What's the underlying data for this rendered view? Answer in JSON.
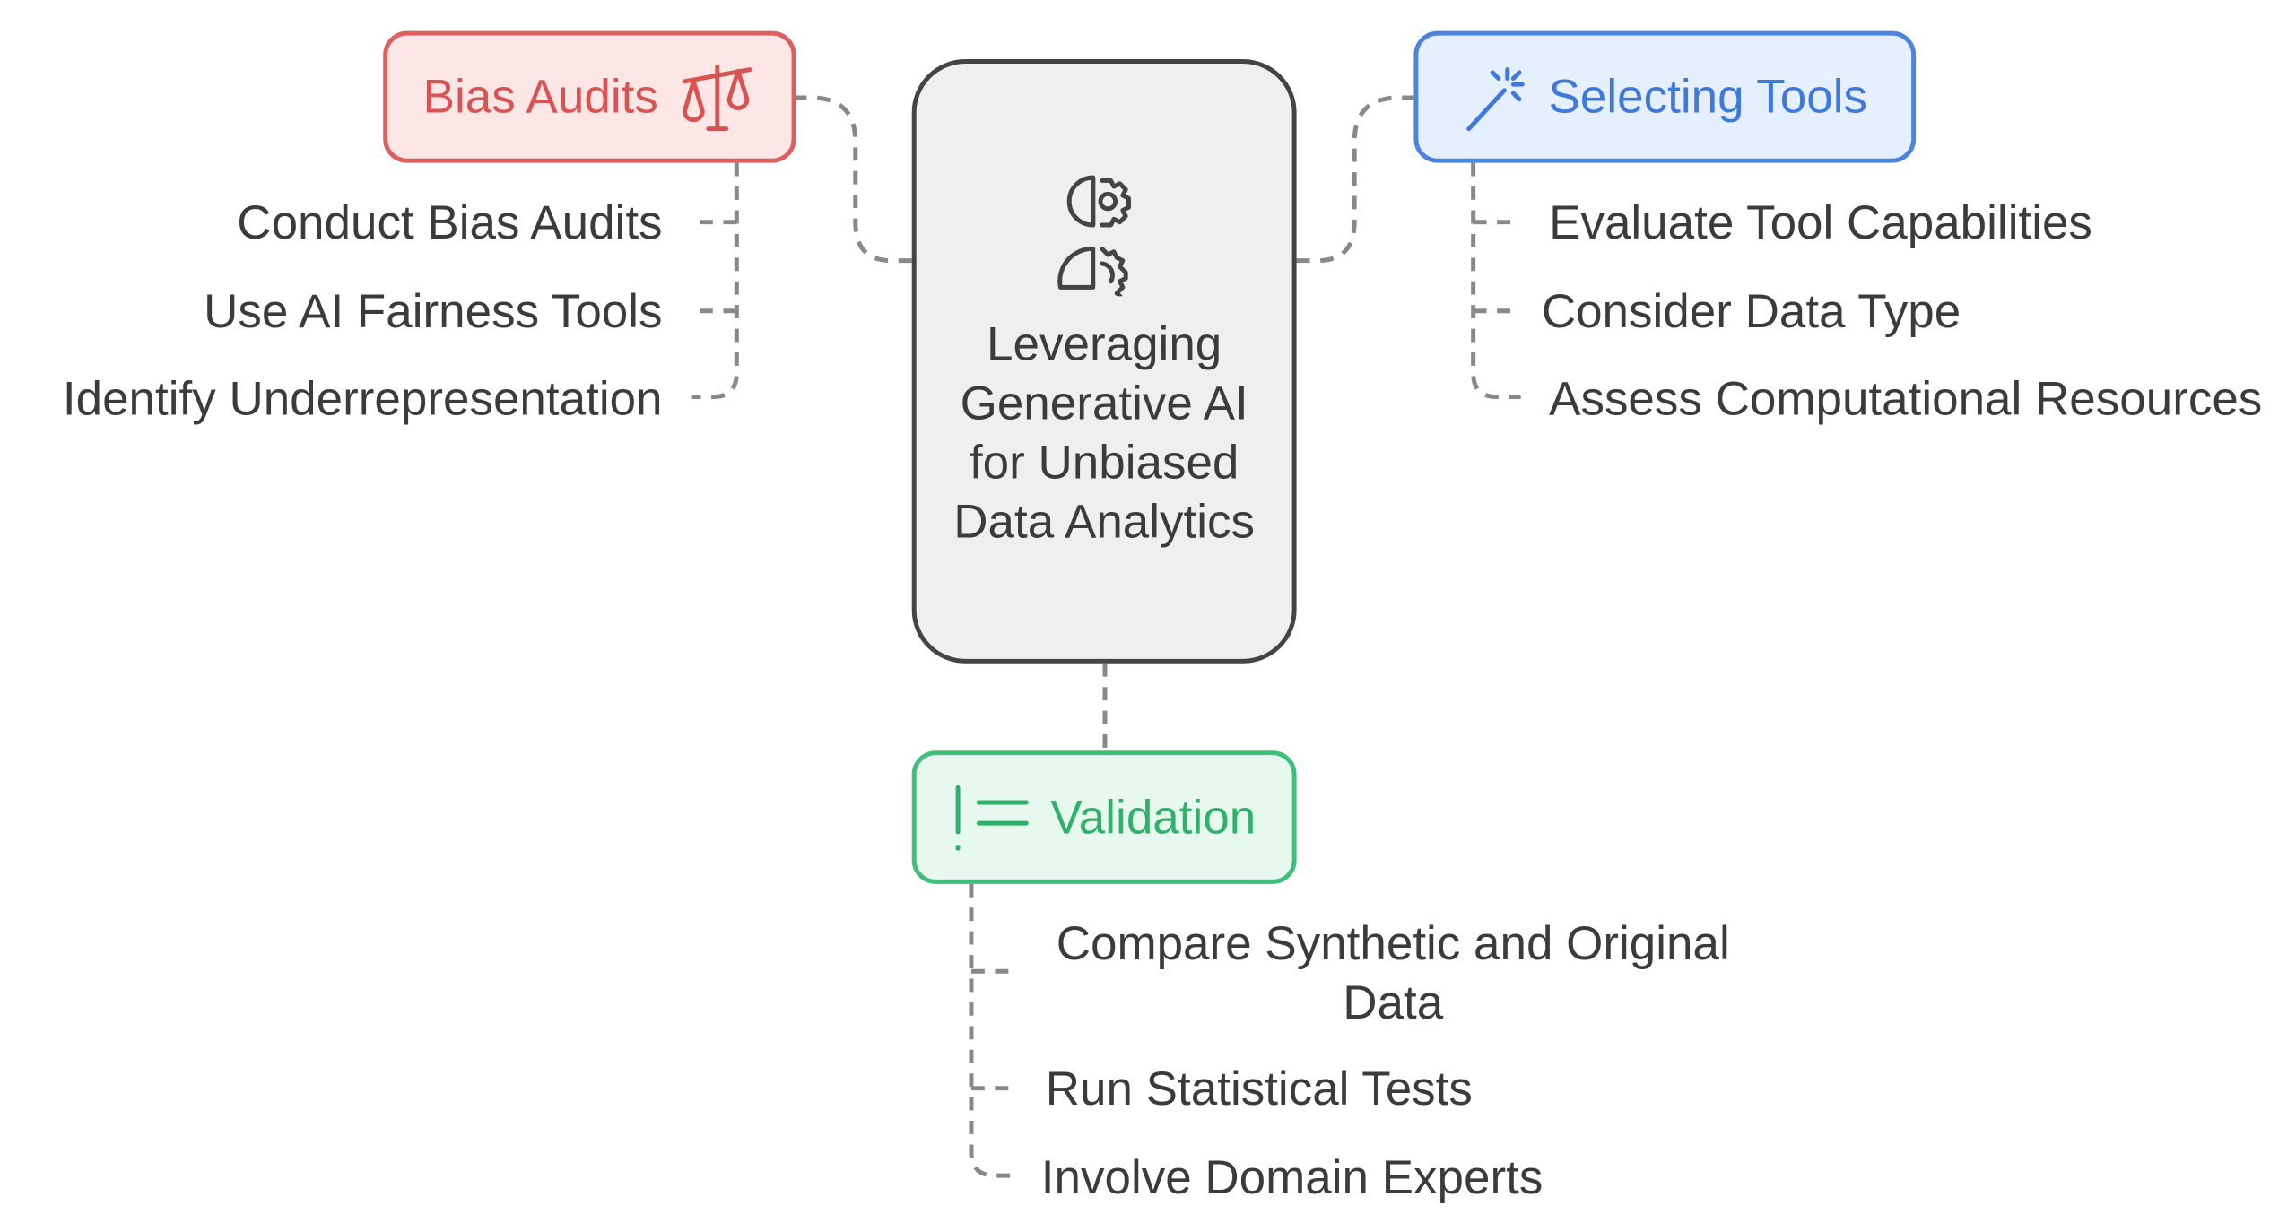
{
  "center": {
    "title": "Leveraging Generative AI for Unbiased Data Analytics",
    "icon": "ai-brain-gear-icon"
  },
  "branches": {
    "bias_audits": {
      "label": "Bias Audits",
      "icon": "scales-icon",
      "color": "#dd5f5f",
      "fill": "#fde6e6",
      "items": [
        "Conduct Bias Audits",
        "Use AI Fairness Tools",
        "Identify Underrepresentation"
      ]
    },
    "selecting_tools": {
      "label": "Selecting Tools",
      "icon": "magic-wand-icon",
      "color": "#4c84df",
      "fill": "#e5effd",
      "items": [
        "Evaluate Tool Capabilities",
        "Consider Data Type",
        "Assess Computational Resources"
      ]
    },
    "validation": {
      "label": "Validation",
      "icon": "checklist-icon",
      "color": "#3fbf7c",
      "fill": "#e7f8ee",
      "items": [
        "Compare Synthetic and Original Data",
        "Run Statistical Tests",
        "Involve Domain Experts"
      ]
    }
  },
  "connector_color": "#888888"
}
